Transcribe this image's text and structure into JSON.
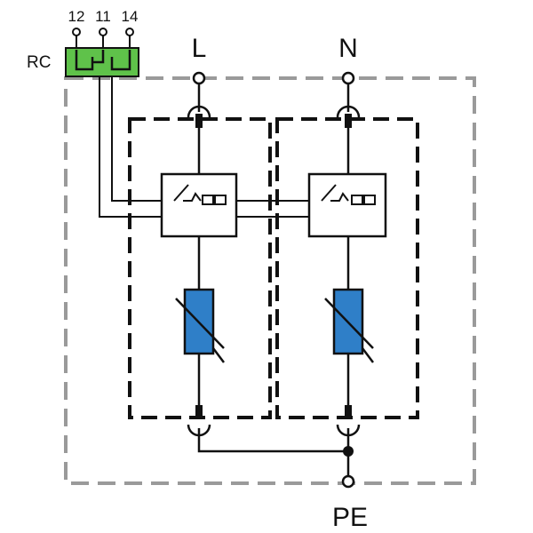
{
  "labels": {
    "rc": "RC",
    "terminal_12": "12",
    "terminal_11": "11",
    "terminal_14": "14",
    "line": "L",
    "neutral": "N",
    "protective_earth": "PE"
  },
  "colors": {
    "rc_block": "#5fc24a",
    "varistor": "#2f7fc8",
    "line": "#111111",
    "outer_frame": "#9a9a9a",
    "module_frame": "#111111"
  }
}
